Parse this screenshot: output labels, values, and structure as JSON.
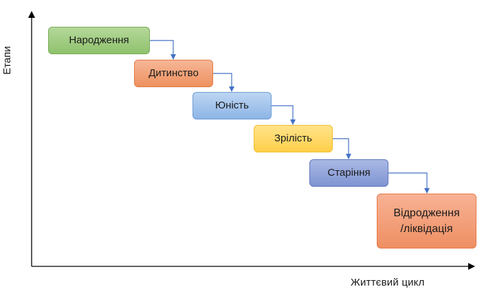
{
  "axes": {
    "y_label": "Етапи",
    "x_label": "Життєвий цикл"
  },
  "stages": [
    {
      "label": "Народження",
      "fill_top": "#b4d89a",
      "fill_bottom": "#8fc26d",
      "border": "#7aab58"
    },
    {
      "label": "Дитинство",
      "fill_top": "#f6b797",
      "fill_bottom": "#ee915f",
      "border": "#e07a45"
    },
    {
      "label": "Юність",
      "fill_top": "#bcd5f2",
      "fill_bottom": "#8db5e6",
      "border": "#6f9cd6"
    },
    {
      "label": "Зрілість",
      "fill_top": "#ffe38a",
      "fill_bottom": "#ffcf4a",
      "border": "#f2bd2c"
    },
    {
      "label": "Старіння",
      "fill_top": "#a9b8e4",
      "fill_bottom": "#7f94d3",
      "border": "#5f76bd"
    },
    {
      "label": "Відродження\n/ліквідація",
      "fill_top": "#f7b294",
      "fill_bottom": "#ef8f63",
      "border": "#e67a4a"
    }
  ],
  "colors": {
    "axis": "#000000",
    "connector": "#4472c4"
  }
}
